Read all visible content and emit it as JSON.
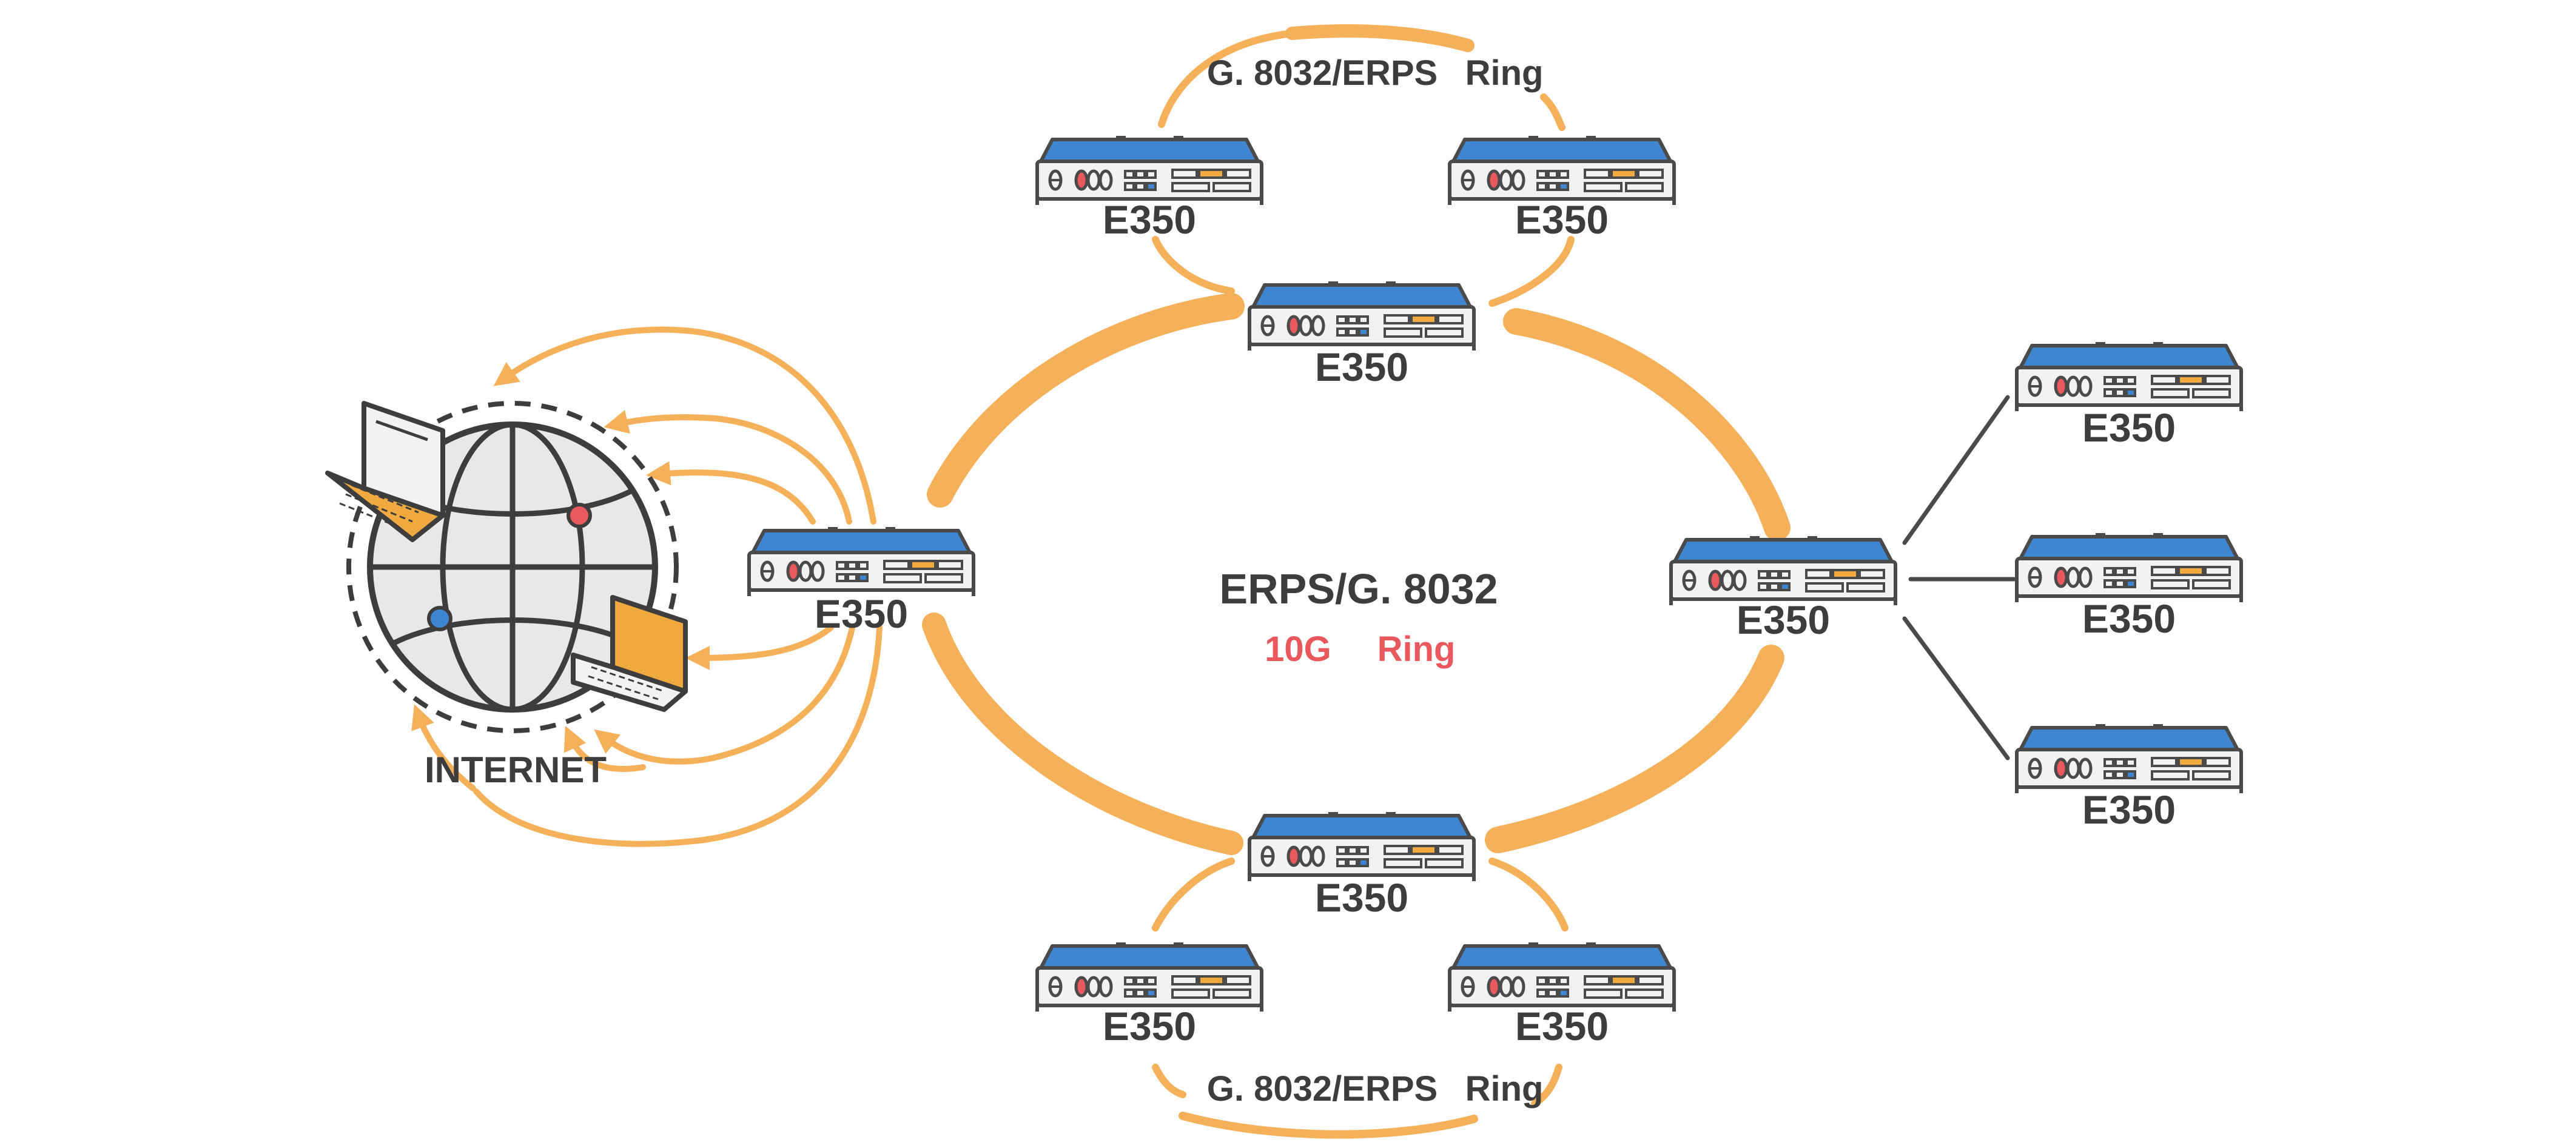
{
  "colors": {
    "link_orange": "#f5b05a",
    "device_blue": "#3f86d2",
    "device_outline": "#4a4a4a",
    "port_orange": "#f0a93f",
    "led_red": "#e8585c",
    "accent_red": "#e8585c",
    "text_dark": "#3d3d3d"
  },
  "icons": {
    "globe": "globe-icon",
    "laptop": "laptop-icon",
    "switch": "network-switch-icon"
  },
  "diagram": {
    "center_title": "ERPS/G. 8032",
    "center_subtitle_speed": "10G",
    "center_subtitle_ring": "Ring",
    "internet_label": "INTERNET",
    "top_ring_label_protocol": "G. 8032/ERPS",
    "top_ring_label_ring": "Ring",
    "bottom_ring_label_protocol": "G. 8032/ERPS",
    "bottom_ring_label_ring": "Ring",
    "devices": [
      {
        "id": "top-hub",
        "label": "E350"
      },
      {
        "id": "top-left",
        "label": "E350"
      },
      {
        "id": "top-right",
        "label": "E350"
      },
      {
        "id": "left-gateway",
        "label": "E350"
      },
      {
        "id": "right-hub",
        "label": "E350"
      },
      {
        "id": "bottom-hub",
        "label": "E350"
      },
      {
        "id": "bottom-left",
        "label": "E350"
      },
      {
        "id": "bottom-right",
        "label": "E350"
      },
      {
        "id": "branch-top",
        "label": "E350"
      },
      {
        "id": "branch-middle",
        "label": "E350"
      },
      {
        "id": "branch-bottom",
        "label": "E350"
      }
    ]
  }
}
